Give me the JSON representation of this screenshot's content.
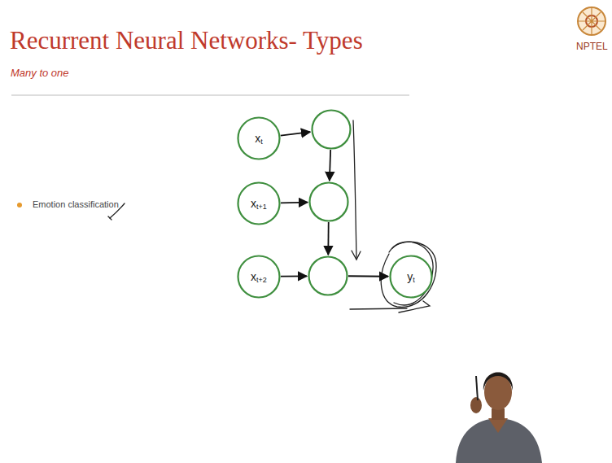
{
  "diagram": {
    "title": "Recurrent Neural Networks- Types",
    "nodes": [
      {
        "text": [
          "xt"
        ]
      },
      {
        "text": []
      },
      {
        "text": [
          "xt+1"
        ]
      },
      {
        "text": []
      },
      {
        "text": [
          "xt+2"
        ]
      },
      {
        "text": []
      },
      {
        "text": [
          "yt"
        ]
      }
    ],
    "edges": [
      {
        "from": 0,
        "to": 1,
        "arrow": "to"
      },
      {
        "from": 1,
        "to": 3,
        "arrow": "to"
      },
      {
        "from": 2,
        "to": 3,
        "arrow": "to"
      },
      {
        "from": 3,
        "to": 5,
        "arrow": "to"
      },
      {
        "from": 4,
        "to": 5,
        "arrow": "to"
      },
      {
        "from": 5,
        "to": 6,
        "arrow": "to"
      }
    ],
    "labels": [
      "Many to one",
      "Emotion classification",
      "NPTEL"
    ]
  }
}
